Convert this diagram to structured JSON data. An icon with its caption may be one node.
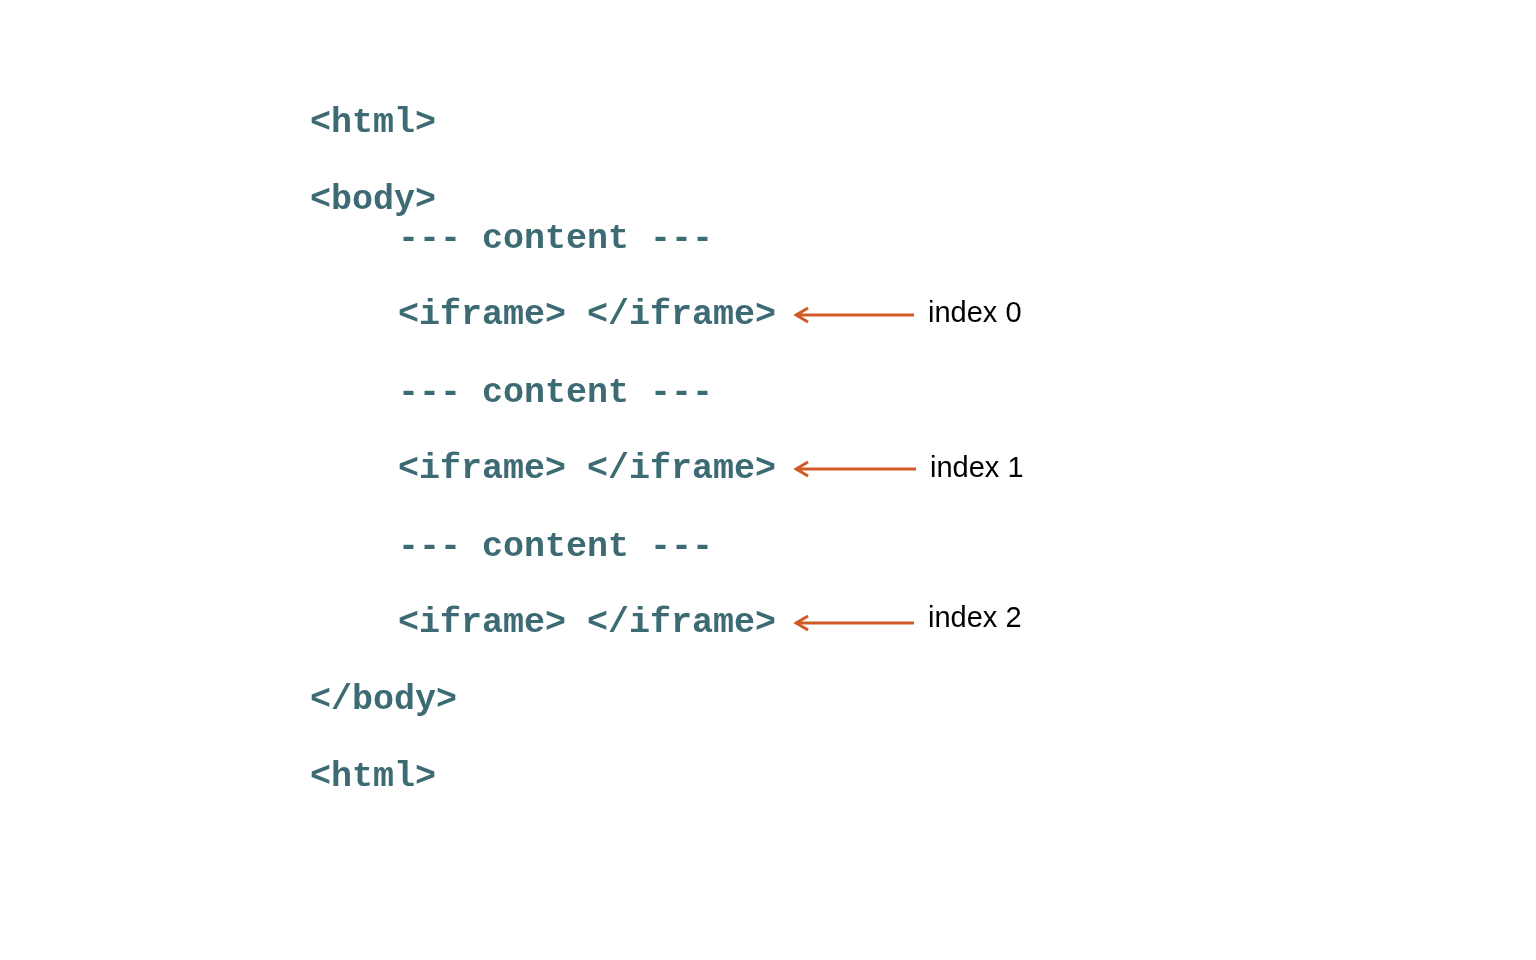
{
  "diagram": {
    "nodes": [
      {
        "text": [
          "<iframe> </iframe>"
        ]
      },
      {
        "text": [
          "index 0"
        ]
      },
      {
        "text": [
          "<iframe> </iframe>"
        ]
      },
      {
        "text": [
          "index 1"
        ]
      },
      {
        "text": [
          "<iframe> </iframe>"
        ]
      },
      {
        "text": [
          "index 2"
        ]
      }
    ],
    "edges": [
      {
        "from": 1,
        "to": 0,
        "arrow": "to"
      },
      {
        "from": 3,
        "to": 2,
        "arrow": "to"
      },
      {
        "from": 5,
        "to": 4,
        "arrow": "to"
      }
    ],
    "labels": [
      "<html>",
      "<body>",
      "--- content ---",
      "--- content ---",
      "--- content ---",
      "</body>",
      "<html>"
    ]
  }
}
